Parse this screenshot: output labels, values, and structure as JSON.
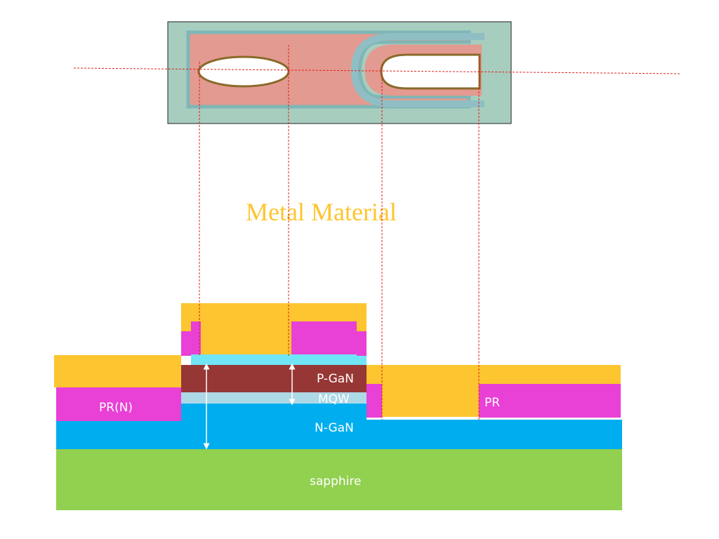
{
  "title": "Metal Material",
  "labels": {
    "p_gan": "P-GaN",
    "mqw": "MQW",
    "n_gan": "N-GaN",
    "sapphire": "sapphire",
    "pr_n": "PR(N)",
    "pr": "PR"
  },
  "colors": {
    "metal": "#FDC52F",
    "pr": "#E940D5",
    "p_gan": "#973735",
    "mqw": "#ADD8E6",
    "n_gan": "#00AEEF",
    "sapphire": "#92D050",
    "thin_cyan": "#6FE5F5",
    "guide_line": "#E0201E",
    "title": "#FDC52F",
    "photo_bg": "#A7CDBE",
    "photo_pad": "#E39A90",
    "photo_edge": "#8FBFC4"
  }
}
